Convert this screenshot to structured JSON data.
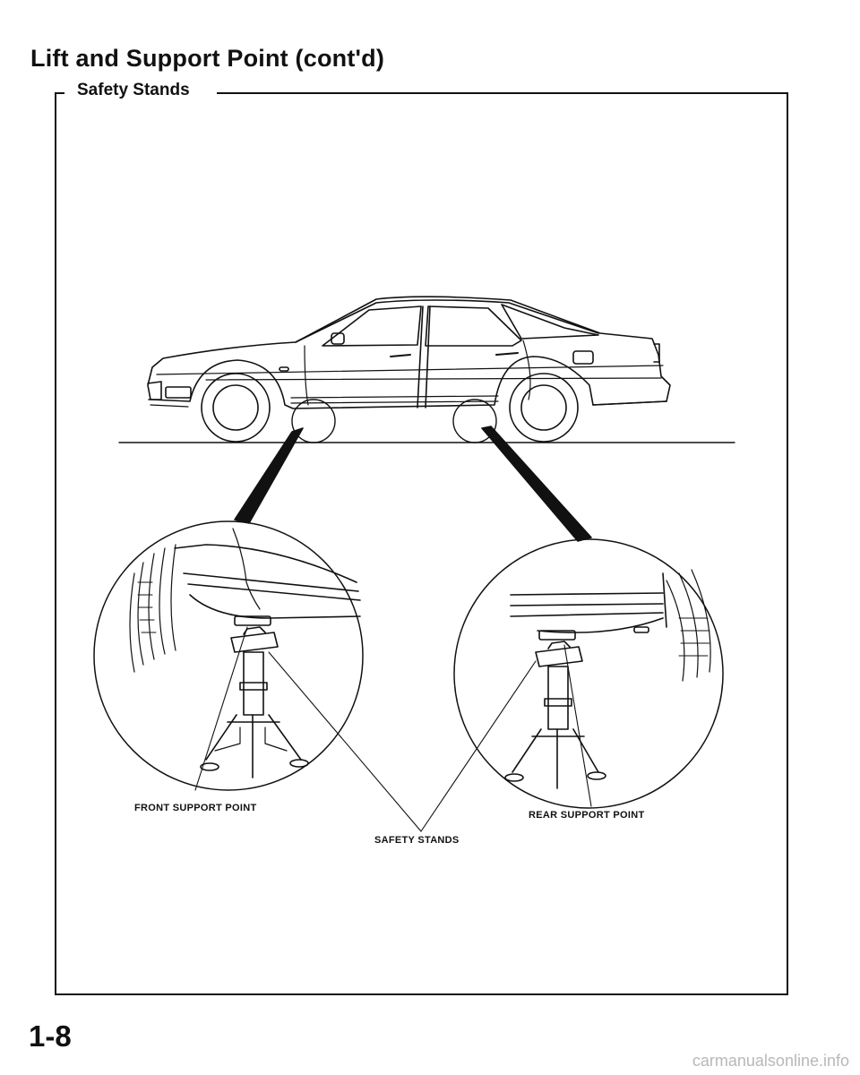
{
  "page": {
    "title": "Lift and Support Point (cont'd)",
    "section_title": "Safety Stands",
    "page_number": "1-8",
    "watermark": "carmanualsonline.info"
  },
  "labels": {
    "front_support_point": "FRONT SUPPORT POINT",
    "rear_support_point": "REAR SUPPORT POINT",
    "safety_stands": "SAFETY STANDS"
  }
}
